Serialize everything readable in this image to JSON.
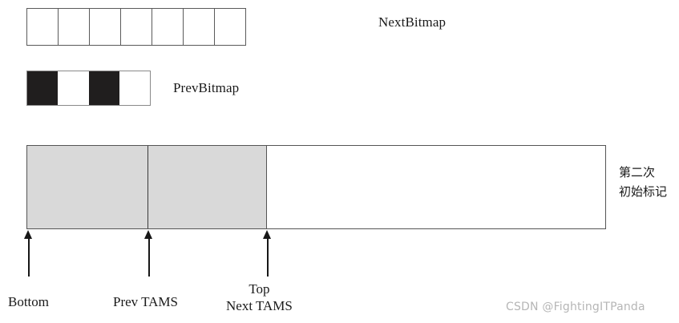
{
  "diagram": {
    "title": "G1 heap region TAMS diagram",
    "colors": {
      "marked_region_fill": "#d9d9d9",
      "bitmap_filled": "#201e1e",
      "bitmap_empty": "#ffffff",
      "outline": "#555555",
      "arrow": "#171717",
      "watermark": "#b6b6b6"
    }
  },
  "next_bitmap": {
    "label": "NextBitmap",
    "cell_count": 7,
    "cells": [
      {
        "index": 0,
        "state": "empty"
      },
      {
        "index": 1,
        "state": "empty"
      },
      {
        "index": 2,
        "state": "empty"
      },
      {
        "index": 3,
        "state": "empty"
      },
      {
        "index": 4,
        "state": "empty"
      },
      {
        "index": 5,
        "state": "empty"
      },
      {
        "index": 6,
        "state": "empty"
      }
    ]
  },
  "prev_bitmap": {
    "label": "PrevBitmap",
    "cell_count": 4,
    "cells": [
      {
        "index": 0,
        "state": "filled"
      },
      {
        "index": 1,
        "state": "empty"
      },
      {
        "index": 2,
        "state": "filled"
      },
      {
        "index": 3,
        "state": "empty"
      }
    ]
  },
  "heap_bar": {
    "segments": [
      {
        "name": "bottom-to-prev-tams",
        "fill": "marked",
        "label": ""
      },
      {
        "name": "prev-tams-to-top",
        "fill": "marked",
        "label": ""
      },
      {
        "name": "free-space",
        "fill": "empty",
        "label": ""
      }
    ],
    "annotation_line1": "第二次",
    "annotation_line2": "初始标记"
  },
  "pointers": [
    {
      "name": "bottom",
      "label": "Bottom",
      "sublabel": ""
    },
    {
      "name": "prev-tams",
      "label": "Prev TAMS",
      "sublabel": ""
    },
    {
      "name": "top",
      "label": "Top",
      "sublabel": "Next TAMS"
    }
  ],
  "labels": {
    "bottom": "Bottom",
    "prev_tams": "Prev TAMS",
    "top": "Top",
    "next_tams": "Next TAMS"
  },
  "watermark": {
    "text": "CSDN @FightingITPanda"
  }
}
